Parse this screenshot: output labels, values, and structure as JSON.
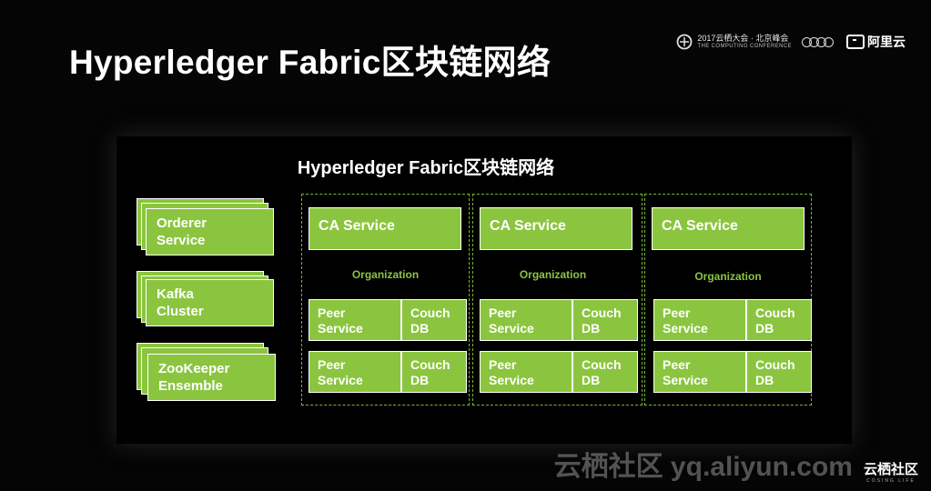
{
  "slide": {
    "title": "Hyperledger Fabric区块链网络"
  },
  "logos": {
    "conference_line1": "2017云栖大会 · 北京峰会",
    "conference_line2": "THE COMPUTING CONFERENCE",
    "brand": "阿里云"
  },
  "diagram": {
    "title": "Hyperledger Fabric区块链网络",
    "left_services": [
      {
        "line1": "Orderer",
        "line2": "Service"
      },
      {
        "line1": "Kafka",
        "line2": "Cluster"
      },
      {
        "line1": "ZooKeeper",
        "line2": "Ensemble"
      }
    ],
    "organizations": [
      {
        "ca": "CA Service",
        "label": "Organization",
        "nodes": [
          {
            "peer_1": "Peer",
            "peer_2": "Service",
            "couch_1": "Couch",
            "couch_2": "DB"
          },
          {
            "peer_1": "Peer",
            "peer_2": "Service",
            "couch_1": "Couch",
            "couch_2": "DB"
          }
        ]
      },
      {
        "ca": "CA Service",
        "label": "Organization",
        "nodes": [
          {
            "peer_1": "Peer",
            "peer_2": "Service",
            "couch_1": "Couch",
            "couch_2": "DB"
          },
          {
            "peer_1": "Peer",
            "peer_2": "Service",
            "couch_1": "Couch",
            "couch_2": "DB"
          }
        ]
      },
      {
        "ca": "CA Service",
        "label": "Organization",
        "nodes": [
          {
            "peer_1": "Peer",
            "peer_2": "Service",
            "couch_1": "Couch",
            "couch_2": "DB"
          },
          {
            "peer_1": "Peer",
            "peer_2": "Service",
            "couch_1": "Couch",
            "couch_2": "DB"
          }
        ]
      }
    ]
  },
  "watermark": {
    "text": "云栖社区 yq.aliyun.com",
    "badge": "云栖社区",
    "badge_sub": "COSING LIFE"
  },
  "colors": {
    "green": "#8bc53f",
    "background": "#050505"
  }
}
